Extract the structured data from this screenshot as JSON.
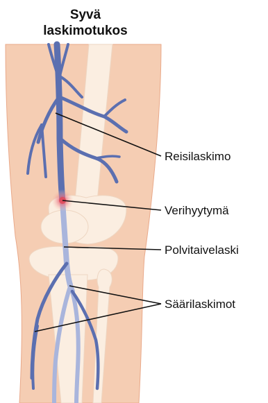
{
  "title": {
    "line1": "Syvä",
    "line2": "laskimotukos"
  },
  "labels": {
    "femoral_vein": "Reisilaskimo",
    "clot": "Verihyytymä",
    "popliteal_vein": "Polvitaivelaski",
    "tibial_veins": "Säärilaskimot"
  },
  "colors": {
    "skin": "#f5cdb3",
    "skin_edge": "#e9a98a",
    "bone": "#fbeee1",
    "bone_edge": "#eed6c2",
    "vein": "#5b6fb0",
    "vein_light": "#a9b5dc",
    "clot": "#e04a5a"
  }
}
